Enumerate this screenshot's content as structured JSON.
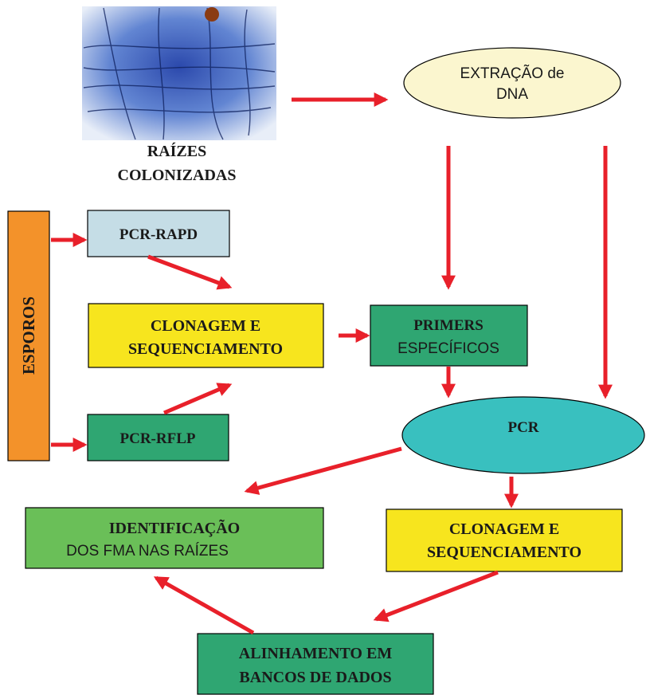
{
  "colors": {
    "arrow": "#e8202a",
    "light_blue": "#c5dde6",
    "yellow": "#f7e51e",
    "green": "#2fa672",
    "lime_green": "#6abf58",
    "orange": "#f3922a",
    "teal": "#39c0bf",
    "cream": "#fbf6cf",
    "roots_blue": "#1f3fa0"
  },
  "nodes": {
    "roots": {
      "label_line1": "RAÍZES",
      "label_line2": "COLONIZADAS"
    },
    "extraction": {
      "line1": "EXTRAÇÃO de",
      "line2": "DNA"
    },
    "spores": {
      "label": "ESPOROS"
    },
    "pcr_rapd": {
      "label": "PCR-RAPD"
    },
    "cloning_top": {
      "line1": "CLONAGEM E",
      "line2": "SEQUENCIAMENTO"
    },
    "primers": {
      "line1": "PRIMERS",
      "line2": "ESPECÍFICOS"
    },
    "pcr_rflp": {
      "label": "PCR-RFLP"
    },
    "pcr": {
      "label": "PCR"
    },
    "identification": {
      "line1": "IDENTIFICAÇÃO",
      "line2": "DOS FMA NAS RAÍZES"
    },
    "cloning_bottom": {
      "line1": "CLONAGEM E",
      "line2": "SEQUENCIAMENTO"
    },
    "alignment": {
      "line1": "ALINHAMENTO EM",
      "line2": "BANCOS DE DADOS"
    }
  }
}
